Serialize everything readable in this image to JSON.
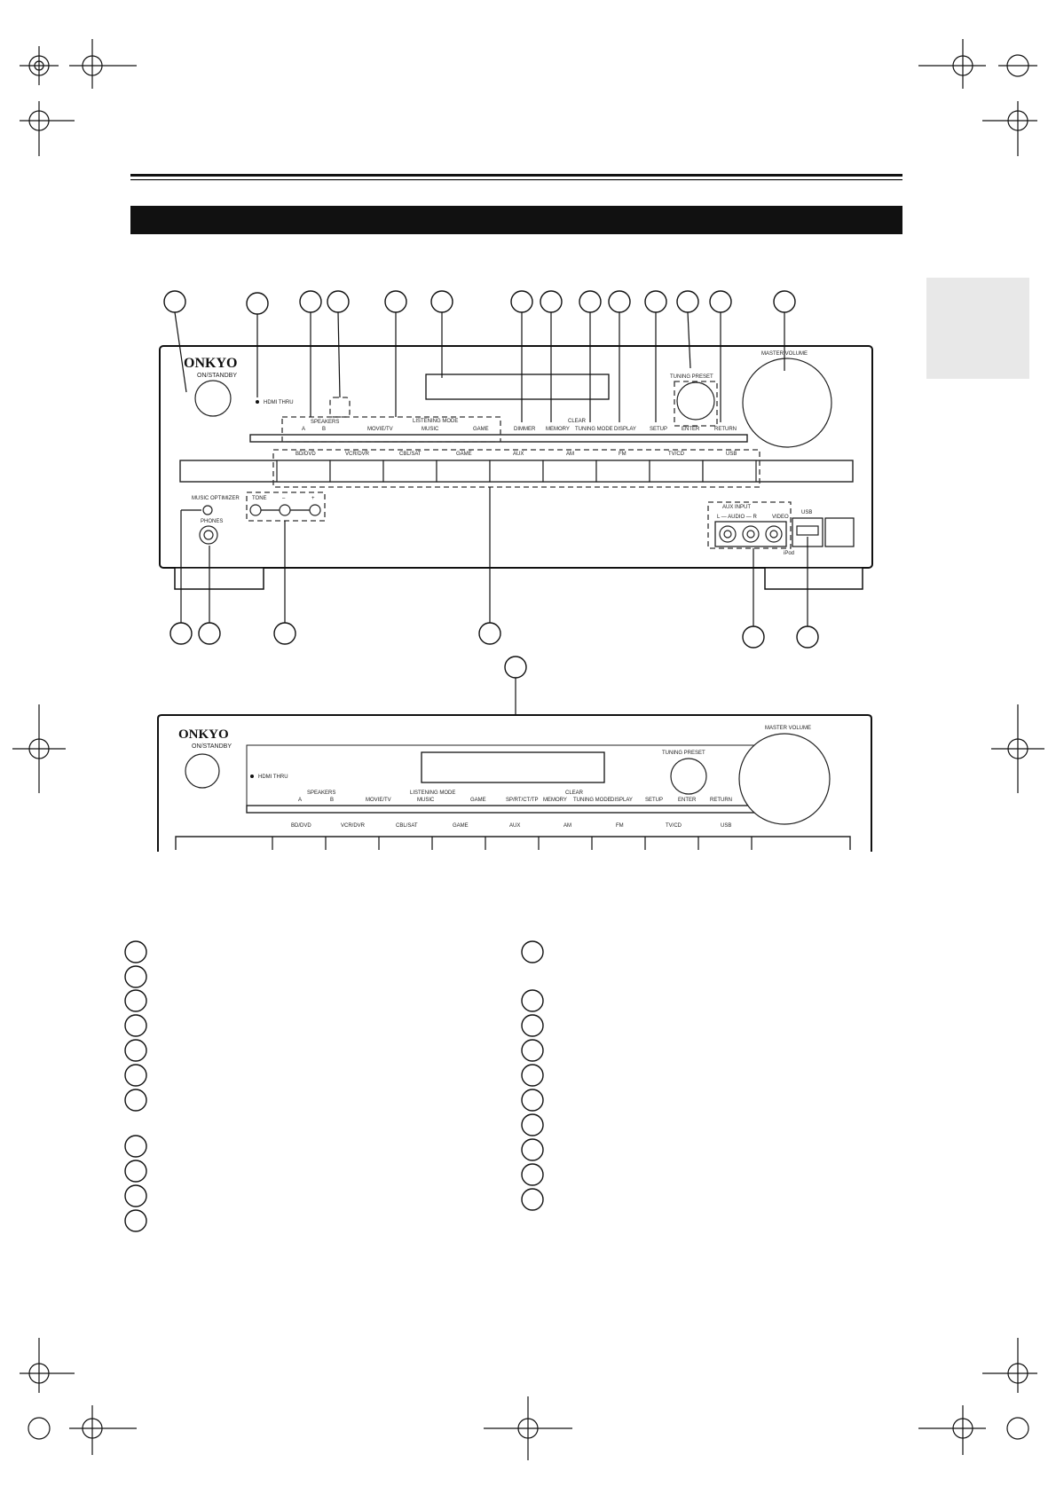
{
  "brand": {
    "logo": "ONKYO"
  },
  "front_panel": {
    "on_standby": "ON/STANDBY",
    "hdmi_thru": "HDMI THRU",
    "speakers_group": "SPEAKERS",
    "speaker_a": "A",
    "speaker_b": "B",
    "listening_mode_group": "LISTENING MODE",
    "mode_buttons": [
      "MOVIE/TV",
      "MUSIC",
      "GAME"
    ],
    "clear_group": "CLEAR",
    "top_buttons": [
      "DIMMER",
      "MEMORY",
      "TUNING MODE",
      "DISPLAY",
      "SETUP",
      "ENTER",
      "RETURN"
    ],
    "tuning_preset": "TUNING  PRESET",
    "master_volume": "MASTER VOLUME",
    "input_selectors": [
      "BD/DVD",
      "VCR/DVR",
      "CBL/SAT",
      "GAME",
      "AUX",
      "AM",
      "FM",
      "TV/CD",
      "USB"
    ],
    "music_optimizer": "MUSIC OPTIMIZER",
    "phones": "PHONES",
    "tone_buttons": [
      "TONE",
      "–",
      "+"
    ],
    "aux_input": "AUX INPUT",
    "audio_lr": "L — AUDIO — R",
    "video": "VIDEO",
    "usb_label": "USB",
    "ipod": "iPod"
  },
  "second_panel": {
    "on_standby": "ON/STANDBY",
    "hdmi_thru": "HDMI THRU",
    "speakers_group": "SPEAKERS",
    "speaker_a": "A",
    "speaker_b": "B",
    "listening_mode_group": "LISTENING MODE",
    "mode_buttons": [
      "MOVIE/TV",
      "MUSIC",
      "GAME"
    ],
    "clear_group": "CLEAR",
    "top_buttons": [
      "SP/RT/CT/TP",
      "MEMORY",
      "TUNING MODE",
      "DISPLAY",
      "SETUP",
      "ENTER",
      "RETURN"
    ],
    "tuning_preset": "TUNING  PRESET",
    "master_volume": "MASTER VOLUME",
    "input_selectors": [
      "BD/DVD",
      "VCR/DVR",
      "CBL/SAT",
      "GAME",
      "AUX",
      "AM",
      "FM",
      "TV/CD",
      "USB"
    ]
  }
}
